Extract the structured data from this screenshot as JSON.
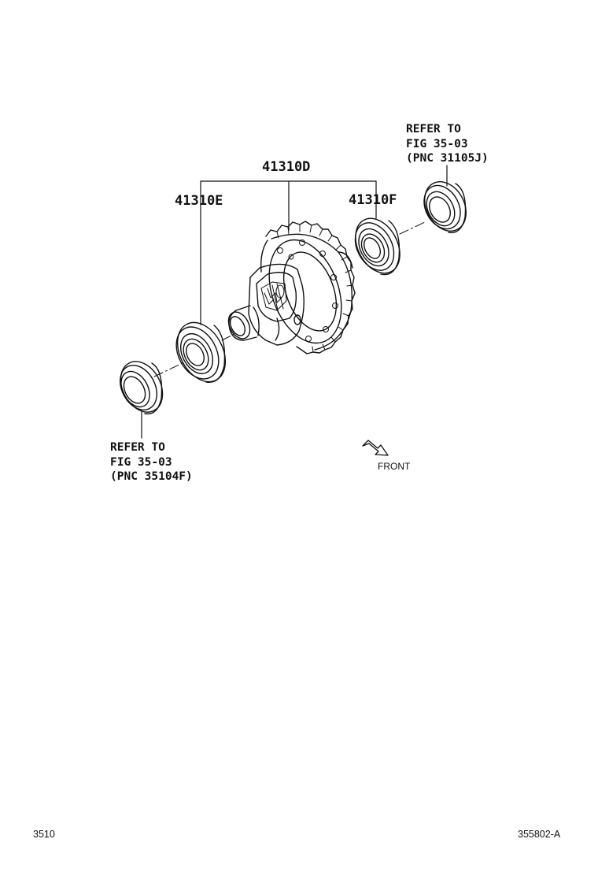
{
  "callouts": {
    "differential": "41310D",
    "left_bearing": "41310E",
    "right_bearing": "41310F"
  },
  "refer_top": {
    "line1": "REFER TO",
    "line2": "FIG 35-03",
    "line3": "(PNC 31105J)"
  },
  "refer_bottom": {
    "line1": "REFER TO",
    "line2": "FIG 35-03",
    "line3": "(PNC 35104F)"
  },
  "direction_label": "FRONT",
  "page_number": "3510",
  "figure_code": "355802-A"
}
